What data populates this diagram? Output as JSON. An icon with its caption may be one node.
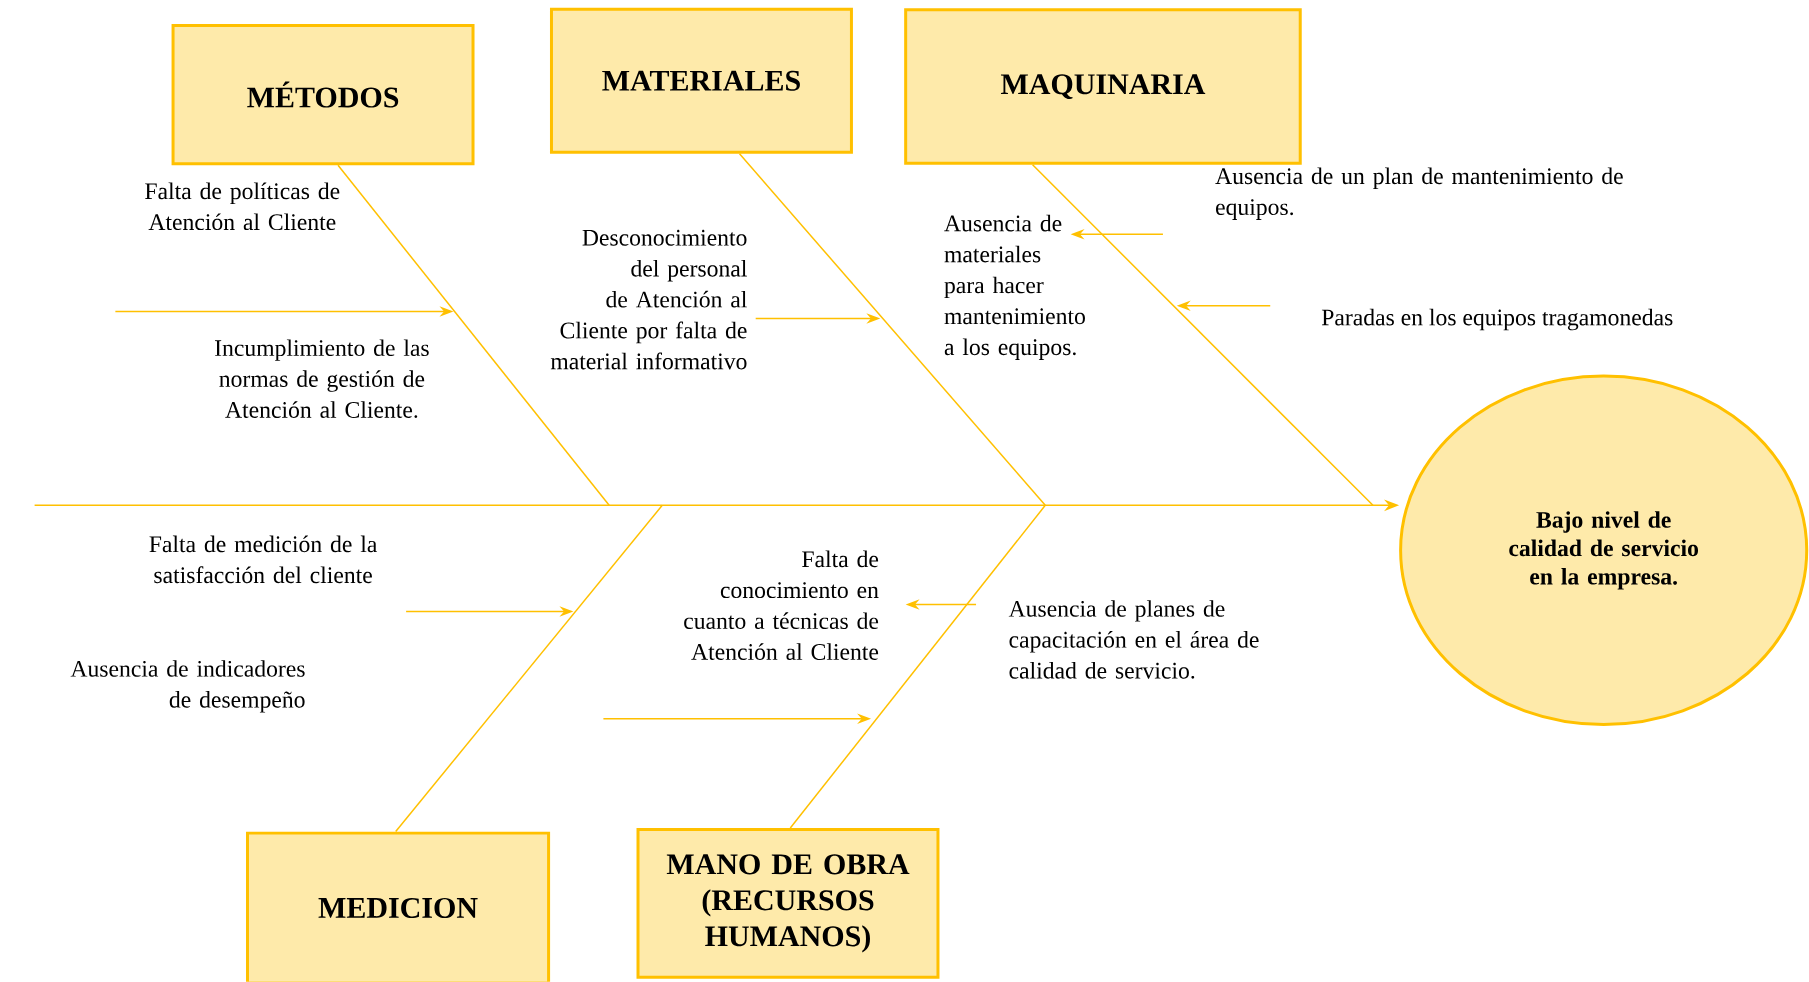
{
  "diagram": {
    "nodes": [
      {
        "text": [
          "MÉTODOS"
        ]
      },
      {
        "text": [
          "MATERIALES"
        ]
      },
      {
        "text": [
          "MAQUINARIA"
        ]
      },
      {
        "text": [
          "Bajo nivel de calidad de servicio en la empresa."
        ]
      },
      {
        "text": [
          "MEDICION"
        ]
      },
      {
        "text": [
          "MANO DE OBRA (RECURSOS HUMANOS)"
        ]
      }
    ],
    "edges": [
      {
        "from": null,
        "to": 3,
        "arrow": "to"
      },
      {
        "from": 0,
        "to": null,
        "arrow": "none"
      },
      {
        "from": 1,
        "to": null,
        "arrow": "none"
      },
      {
        "from": 2,
        "to": null,
        "arrow": "none"
      },
      {
        "from": 4,
        "to": null,
        "arrow": "none"
      },
      {
        "from": 5,
        "to": null,
        "arrow": "none"
      }
    ],
    "labels": [
      "Falta de políticas de Atención al Cliente",
      "Incumplimiento de las normas de gestión de Atención al Cliente.",
      "Desconocimiento del personal de Atención al Cliente por falta de material informativo",
      "Ausencia de materiales para hacer mantenimiento a los equipos.",
      "Ausencia de un plan de mantenimiento de equipos.",
      "Paradas en los equipos tragamonedas",
      "Falta de medición de la satisfacción del cliente",
      "Ausencia de indicadores de desempeño",
      "Falta de conocimiento en cuanto a técnicas de Atención al Cliente",
      "Ausencia de planes de capacitación en el área de calidad de servicio."
    ]
  }
}
